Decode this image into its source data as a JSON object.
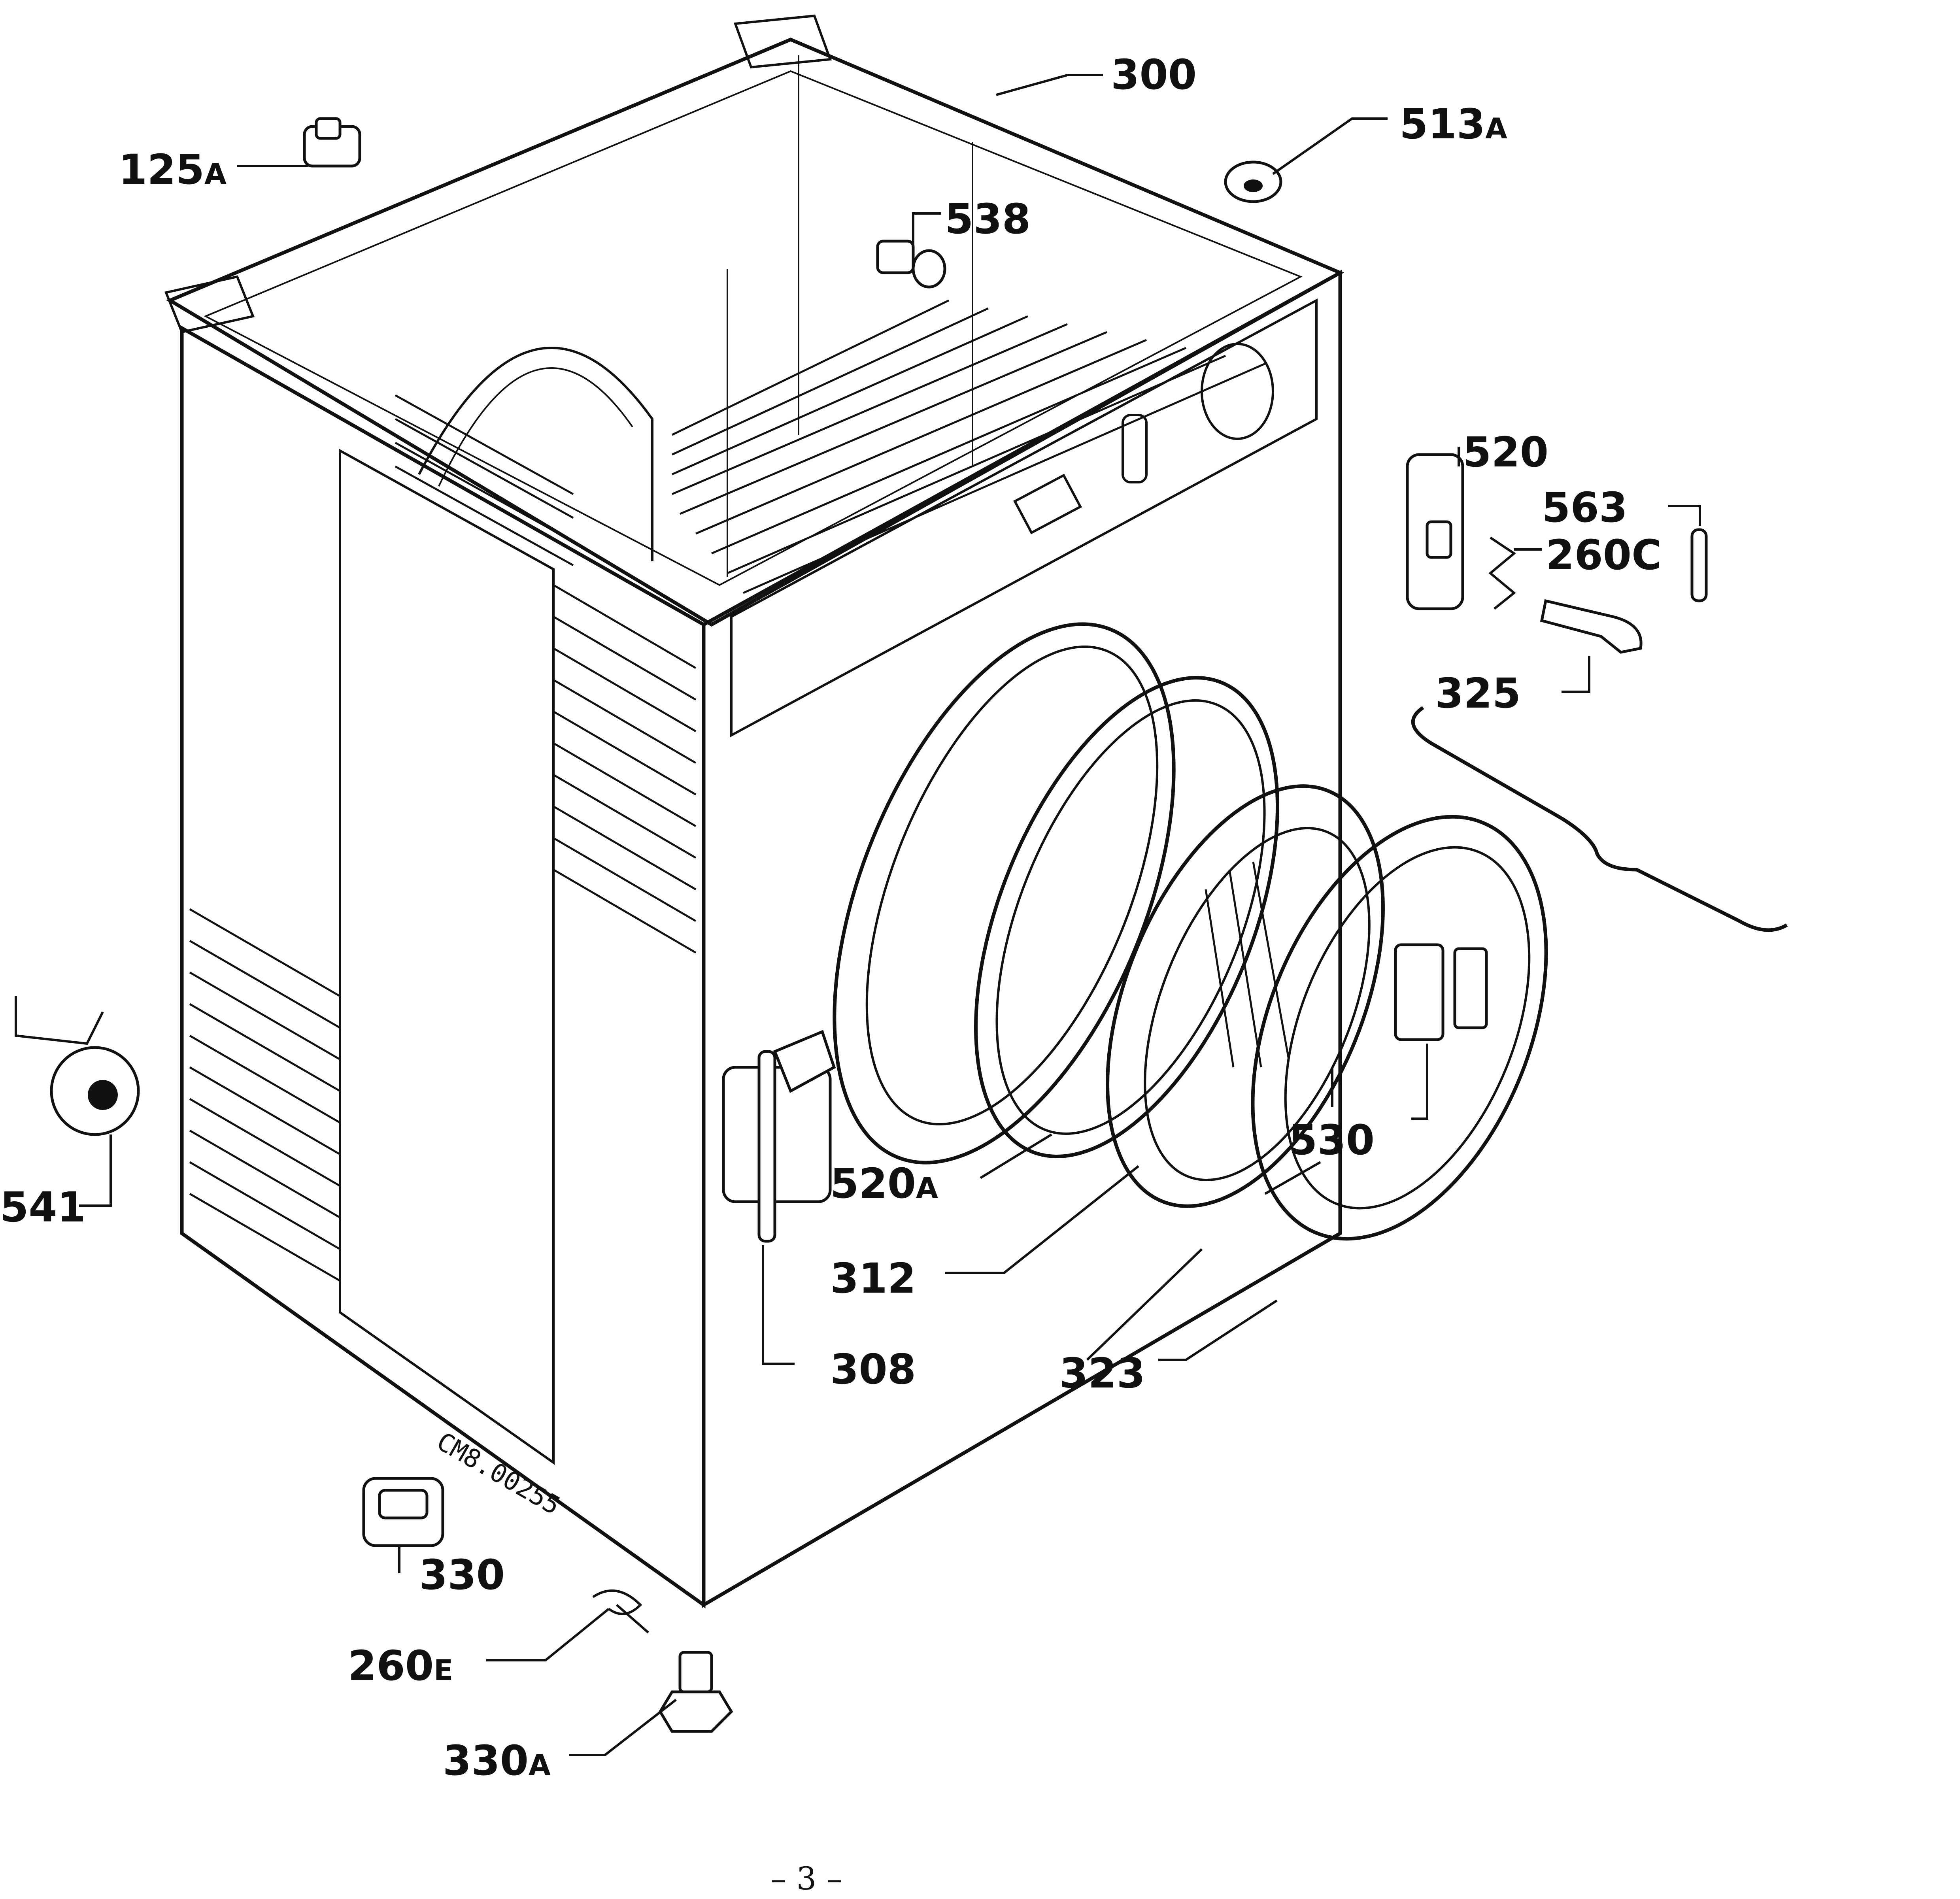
{
  "callouts": [
    {
      "id": "125A",
      "num": "125",
      "suf": "A"
    },
    {
      "id": "300",
      "num": "300",
      "suf": ""
    },
    {
      "id": "513A",
      "num": "513",
      "suf": "A"
    },
    {
      "id": "538",
      "num": "538",
      "suf": ""
    },
    {
      "id": "520",
      "num": "520",
      "suf": ""
    },
    {
      "id": "563",
      "num": "563",
      "suf": ""
    },
    {
      "id": "260C",
      "num": "260C",
      "suf": ""
    },
    {
      "id": "325",
      "num": "325",
      "suf": ""
    },
    {
      "id": "530",
      "num": "530",
      "suf": ""
    },
    {
      "id": "520A",
      "num": "520",
      "suf": "A"
    },
    {
      "id": "312",
      "num": "312",
      "suf": ""
    },
    {
      "id": "308",
      "num": "308",
      "suf": ""
    },
    {
      "id": "323",
      "num": "323",
      "suf": ""
    },
    {
      "id": "541",
      "num": "541",
      "suf": ""
    },
    {
      "id": "330",
      "num": "330",
      "suf": ""
    },
    {
      "id": "260E",
      "num": "260",
      "suf": "E"
    },
    {
      "id": "330A",
      "num": "330",
      "suf": "A"
    }
  ],
  "drawing_code": "CM8.00255",
  "page_number": "– 3 –"
}
